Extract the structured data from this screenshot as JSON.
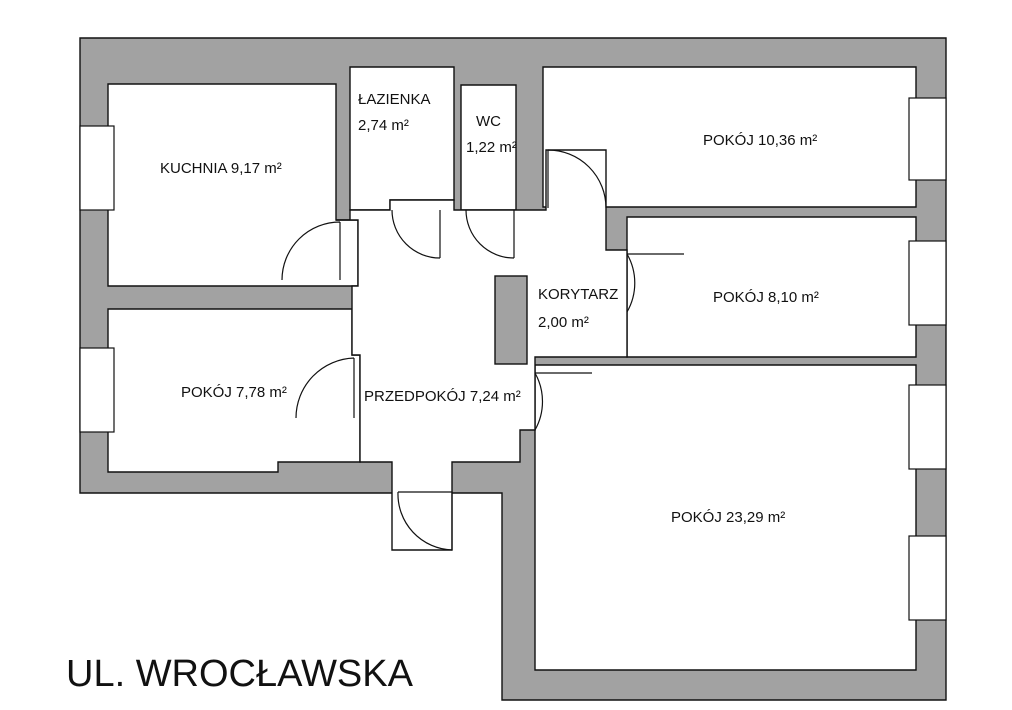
{
  "rooms": {
    "kuchnia": {
      "name": "KUCHNIA",
      "area": "9,17 m²"
    },
    "lazienka": {
      "name": "ŁAZIENKA",
      "area": "2,74 m²"
    },
    "wc": {
      "name": "WC",
      "area": "1,22 m²"
    },
    "pokoj_a": {
      "name": "POKÓJ",
      "area": "10,36 m²"
    },
    "korytarz": {
      "name": "KORYTARZ",
      "area": "2,00 m²"
    },
    "pokoj_b": {
      "name": "POKÓJ",
      "area": "8,10 m²"
    },
    "pokoj_c": {
      "name": "POKÓJ",
      "area": "7,78 m²"
    },
    "przedpokoj": {
      "name": "PRZEDPOKÓJ",
      "area": "7,24 m²"
    },
    "pokoj_d": {
      "name": "POKÓJ",
      "area": "23,29 m²"
    }
  },
  "street": "UL. WROCŁAWSKA"
}
